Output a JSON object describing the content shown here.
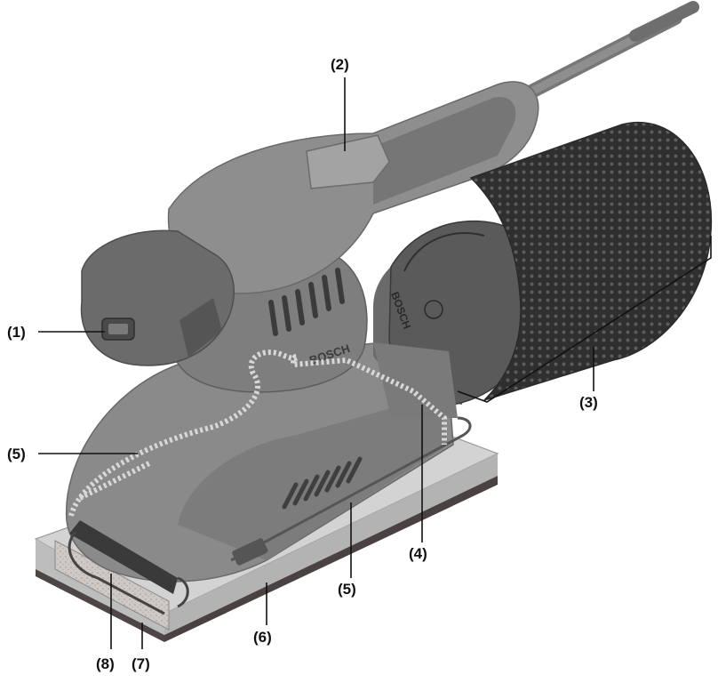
{
  "callouts": [
    {
      "id": "1",
      "label": "(1)"
    },
    {
      "id": "2",
      "label": "(2)"
    },
    {
      "id": "3",
      "label": "(3)"
    },
    {
      "id": "4",
      "label": "(4)"
    },
    {
      "id": "5a",
      "label": "(5)"
    },
    {
      "id": "5b",
      "label": "(5)"
    },
    {
      "id": "6",
      "label": "(6)"
    },
    {
      "id": "7",
      "label": "(7)"
    },
    {
      "id": "8",
      "label": "(8)"
    }
  ],
  "branding": {
    "logo_text": "BOSCH"
  },
  "colors": {
    "body_dark": "#6b6b6b",
    "body_mid": "#808080",
    "body_light": "#9a9a9a",
    "handle": "#8c8c8c",
    "dust_canister": "#3a3a3a",
    "base_plate": "#cfcfcf",
    "sanding_pad": "#5a5250",
    "dashed_path": "#d6d6d6"
  }
}
